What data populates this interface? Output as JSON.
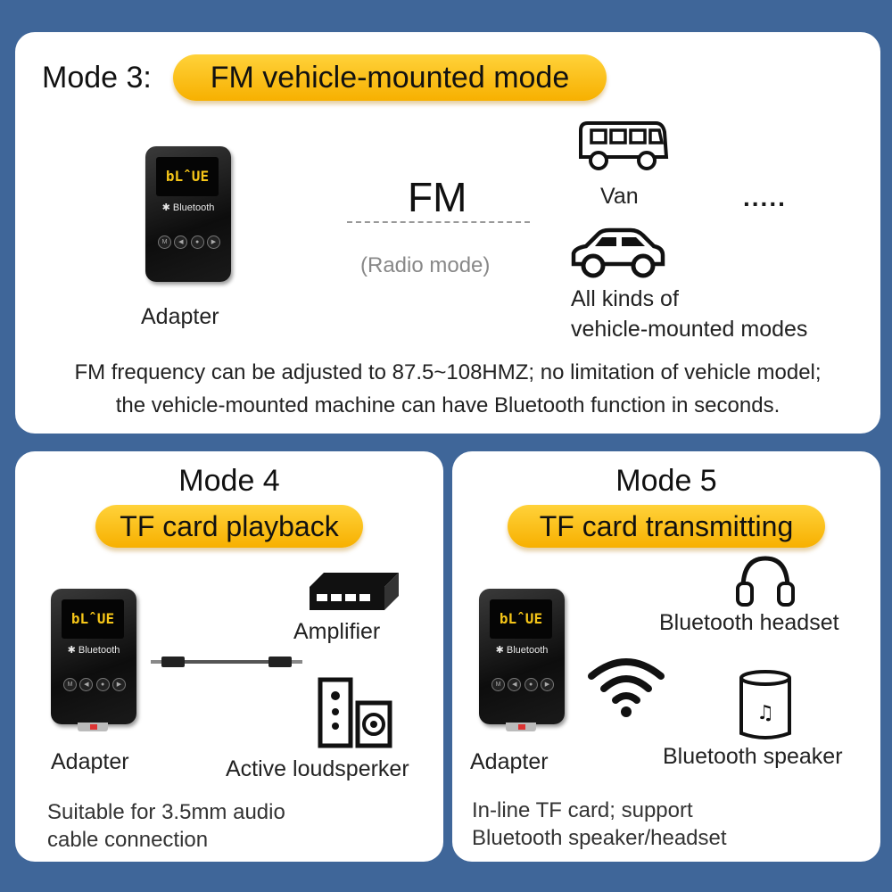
{
  "top": {
    "mode_label": "Mode 3:",
    "mode_title": "FM vehicle-mounted mode",
    "adapter_label": "Adapter",
    "device_screen": "bLˆUE",
    "device_brand": "Bluetooth",
    "fm_label": "FM",
    "fm_divider": "-------------",
    "radio_mode": "(Radio mode)",
    "van_label": "Van",
    "dots": ".....",
    "vehicles_line1": "All kinds of",
    "vehicles_line2": "vehicle-mounted modes",
    "caption_line1": "FM frequency can be adjusted to 87.5~108HMZ; no limitation of vehicle model;",
    "caption_line2": "the vehicle-mounted machine can have Bluetooth function in seconds."
  },
  "left": {
    "mode_label": "Mode 4",
    "mode_title": "TF card playback",
    "adapter_label": "Adapter",
    "device_screen": "bLˆUE",
    "device_brand": "Bluetooth",
    "amplifier_label": "Amplifier",
    "loudspeaker_label": "Active loudsperker",
    "caption_line1": "Suitable for 3.5mm audio",
    "caption_line2": "cable connection"
  },
  "right": {
    "mode_label": "Mode 5",
    "mode_title": "TF card transmitting",
    "adapter_label": "Adapter",
    "device_screen": "bLˆUE",
    "device_brand": "Bluetooth",
    "headset_label": "Bluetooth headset",
    "speaker_label": "Bluetooth speaker",
    "caption_line1": "In-line TF card; support",
    "caption_line2": "Bluetooth speaker/headset"
  },
  "colors": {
    "background": "#3f6699",
    "pill": "#f7b000",
    "panel": "#ffffff"
  },
  "icons": [
    "van-icon",
    "car-icon",
    "amplifier-icon",
    "aux-cable-icon",
    "loudspeaker-icon",
    "wifi-icon",
    "headphones-icon",
    "bluetooth-speaker-icon"
  ]
}
